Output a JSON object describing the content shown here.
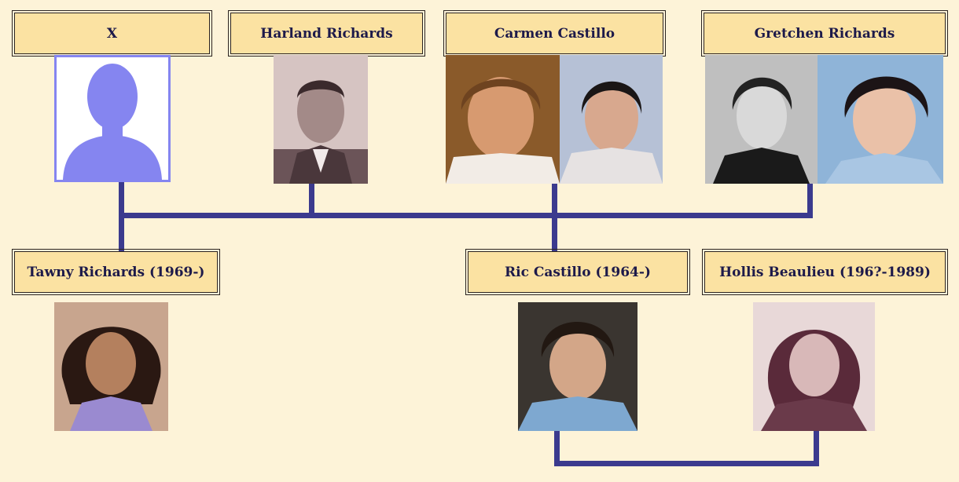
{
  "title": "",
  "people": {
    "x": {
      "name": "X"
    },
    "harland": {
      "name": "Harland Richards"
    },
    "carmen": {
      "name": "Carmen Castillo"
    },
    "gretchen": {
      "name": "Gretchen Richards"
    },
    "tawny": {
      "name": "Tawny Richards (1969-)"
    },
    "ric": {
      "name": "Ric Castillo (1964-)"
    },
    "hollis": {
      "name": "Hollis Beaulieu (196?-1989)"
    }
  },
  "colors": {
    "background": "#fdf3d8",
    "box_fill": "#fbe2a2",
    "connector": "#3b3a8e",
    "name_text": "#1d1a4a",
    "placeholder_silhouette": "#8585f0"
  },
  "icons": {
    "unknown_person": "silhouette-placeholder-icon"
  }
}
